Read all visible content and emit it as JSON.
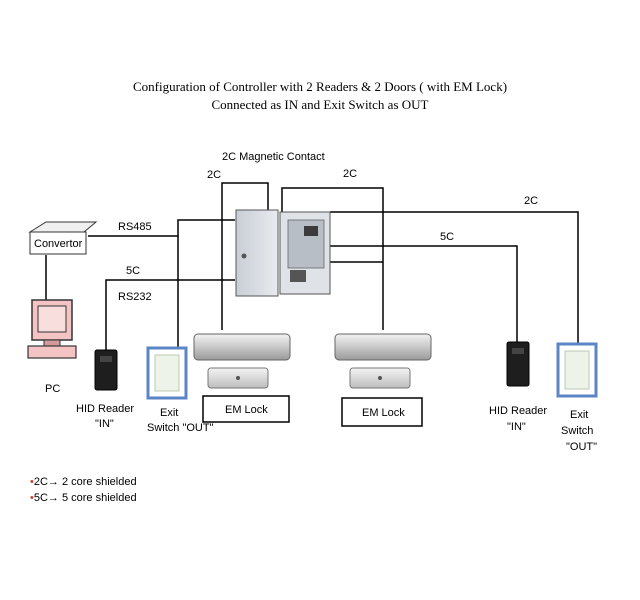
{
  "title": {
    "line1": "Configuration of Controller with 2 Readers & 2 Doors ( with EM Lock)",
    "line2": "Connected as  IN and Exit Switch  as OUT"
  },
  "labels": {
    "magnetic_contact": "2C Magnetic Contact",
    "wire_2c_left": "2C",
    "wire_2c_mid": "2C",
    "wire_2c_right": "2C",
    "wire_5c_right": "5C",
    "wire_5c_left": "5C",
    "rs485": "RS485",
    "rs232": "RS232",
    "convertor": "Convertor",
    "pc": "PC",
    "reader_left_line1": "HID Reader",
    "reader_left_line2": "\"IN\"",
    "exit_left_line1": "Exit",
    "exit_left_line2": "Switch \"OUT\"",
    "emlock_left": "EM Lock",
    "emlock_right": "EM Lock",
    "reader_right_line1": "HID Reader",
    "reader_right_line2": "\"IN\"",
    "exit_right_line1": "Exit",
    "exit_right_line2": "Switch",
    "exit_right_line3": "\"OUT\""
  },
  "legend": [
    {
      "bullet": "•",
      "text": "2C→ 2 core shielded"
    },
    {
      "bullet": "•",
      "text": "5C→ 5 core shielded"
    }
  ]
}
